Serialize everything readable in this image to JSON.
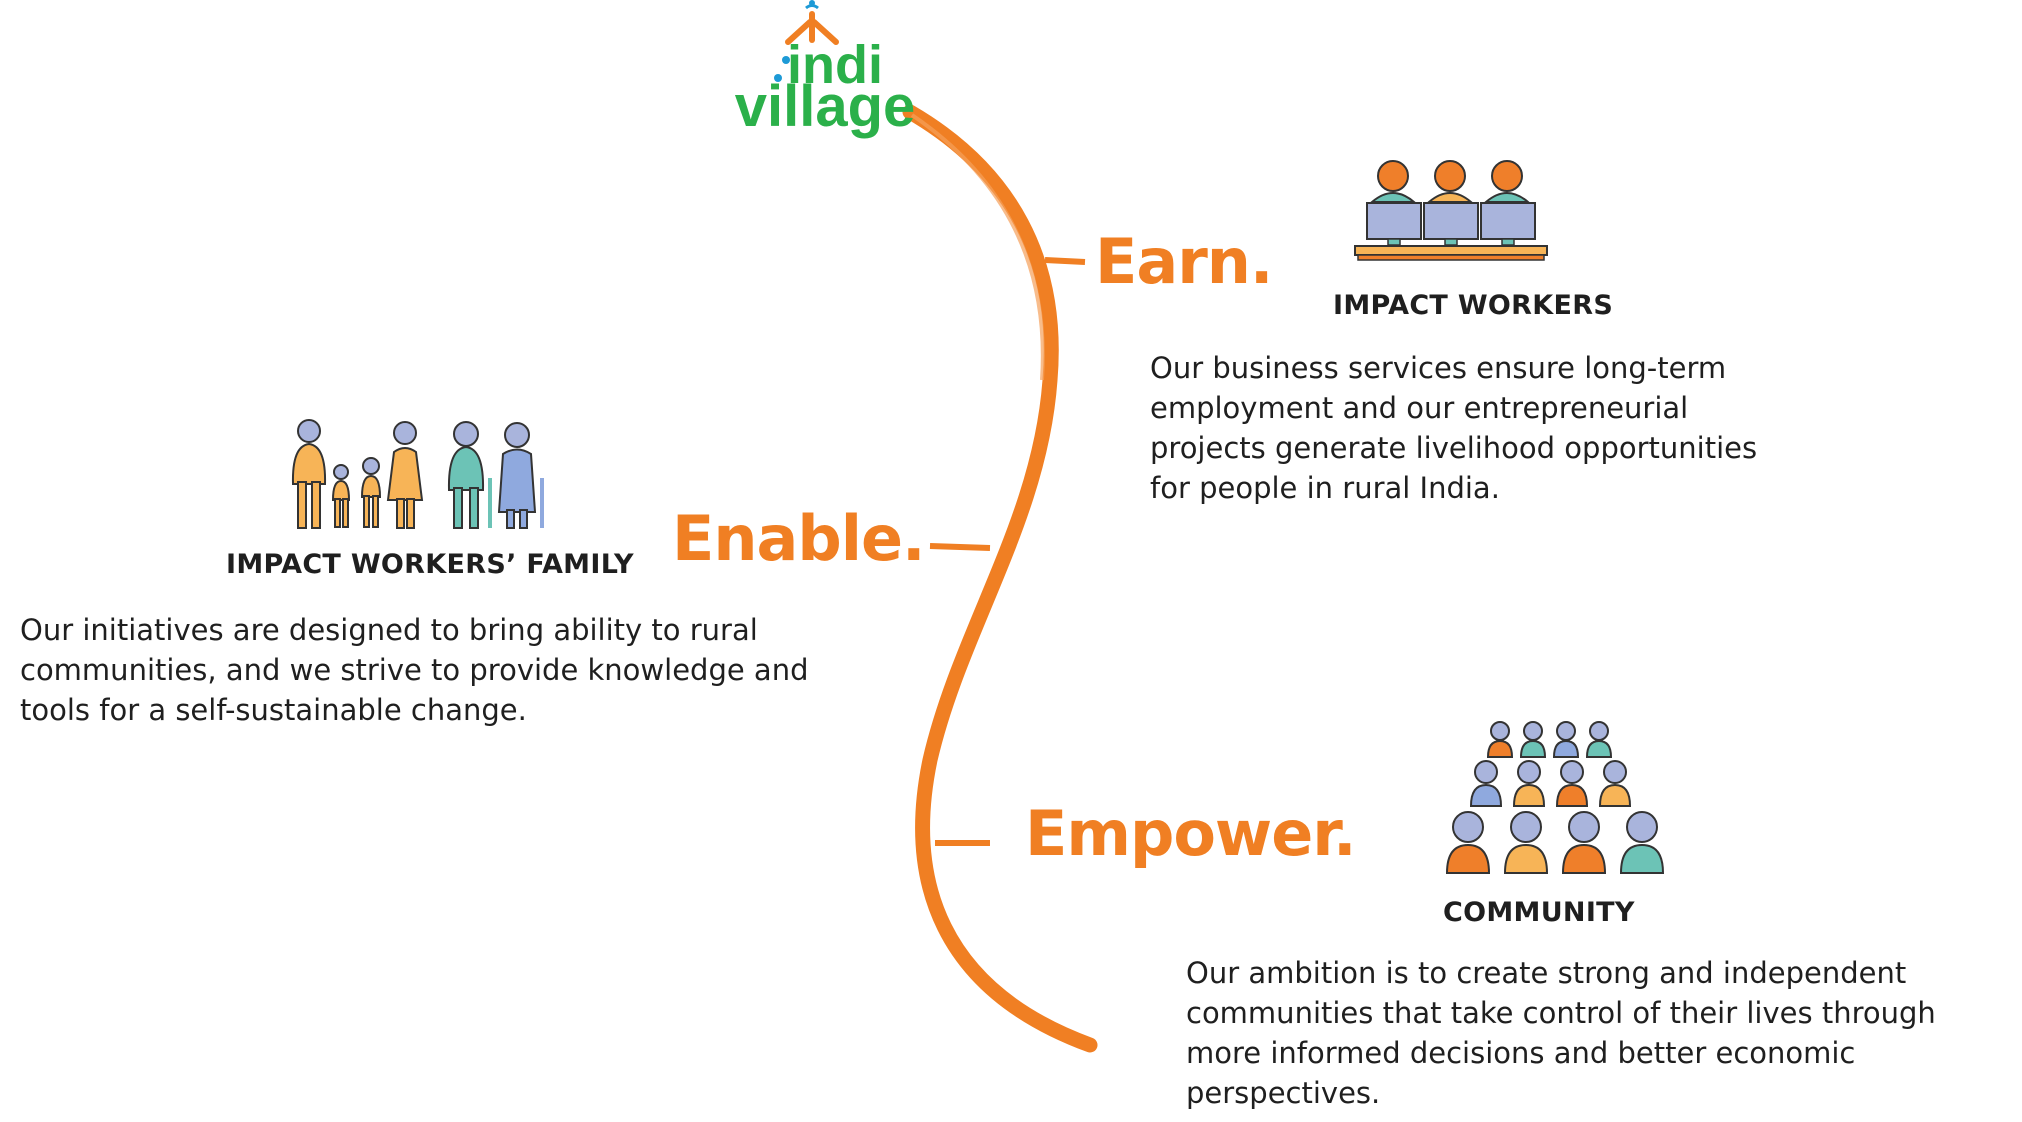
{
  "logo": {
    "line1": "indi",
    "line2": "village"
  },
  "stages": {
    "earn": "Earn.",
    "enable": "Enable.",
    "empower": "Empower."
  },
  "sections": {
    "impact_workers": {
      "heading": "IMPACT WORKERS",
      "description": "Our business services ensure long-term employment and our entrepreneurial projects generate livelihood opportunities for people in rural India."
    },
    "family": {
      "heading": "IMPACT WORKERS’ FAMILY",
      "description": "Our initiatives are designed to bring ability to rural communities, and we strive to provide knowledge and tools for a self-sustainable change."
    },
    "community": {
      "heading": "COMMUNITY",
      "description": "Our ambition is to create strong and independent communities that take control of their lives through more informed decisions and better economic perspectives."
    }
  },
  "colors": {
    "accent_orange": "#f07f23",
    "brand_green": "#2bb04a",
    "brand_blue": "#1d9ad6",
    "person_blue": "#a9b4dc",
    "person_teal": "#6cc3b6",
    "person_yellow": "#f7b457"
  },
  "icons": [
    "logo-sunburst-icon",
    "impact-workers-icon",
    "family-icon",
    "community-icon"
  ]
}
